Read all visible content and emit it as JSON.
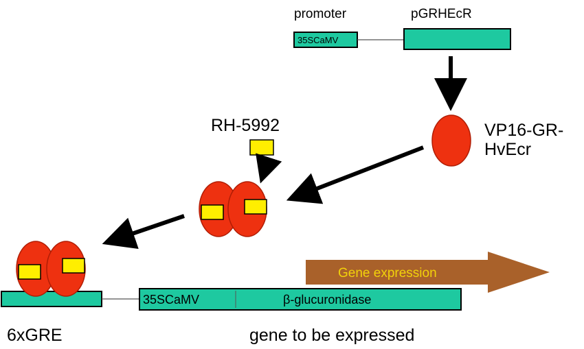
{
  "colors": {
    "dna_box": "#1ec9a0",
    "protein": "#ee3110",
    "protein_stroke": "#b01d05",
    "ligand": "#ffee00",
    "expression_arrow": "#a9612a",
    "expression_text": "#f2d20a",
    "line": "#000000"
  },
  "labels": {
    "promoter": "promoter",
    "construct": "pGRHEcR",
    "promoter_box": "35SCaMV",
    "protein_line1": "VP16-GR-",
    "protein_line2": "HvEcr",
    "ligand": "RH-5992",
    "reporter_promoter": "35SCaMV",
    "reporter_gene": "β-glucuronidase",
    "expression": "Gene expression",
    "gre": "6xGRE",
    "gene_caption": "gene to be expressed"
  },
  "icons": {
    "protein": "red-ellipse-protein",
    "ligand": "yellow-square-ligand",
    "arrow": "black-arrow"
  }
}
